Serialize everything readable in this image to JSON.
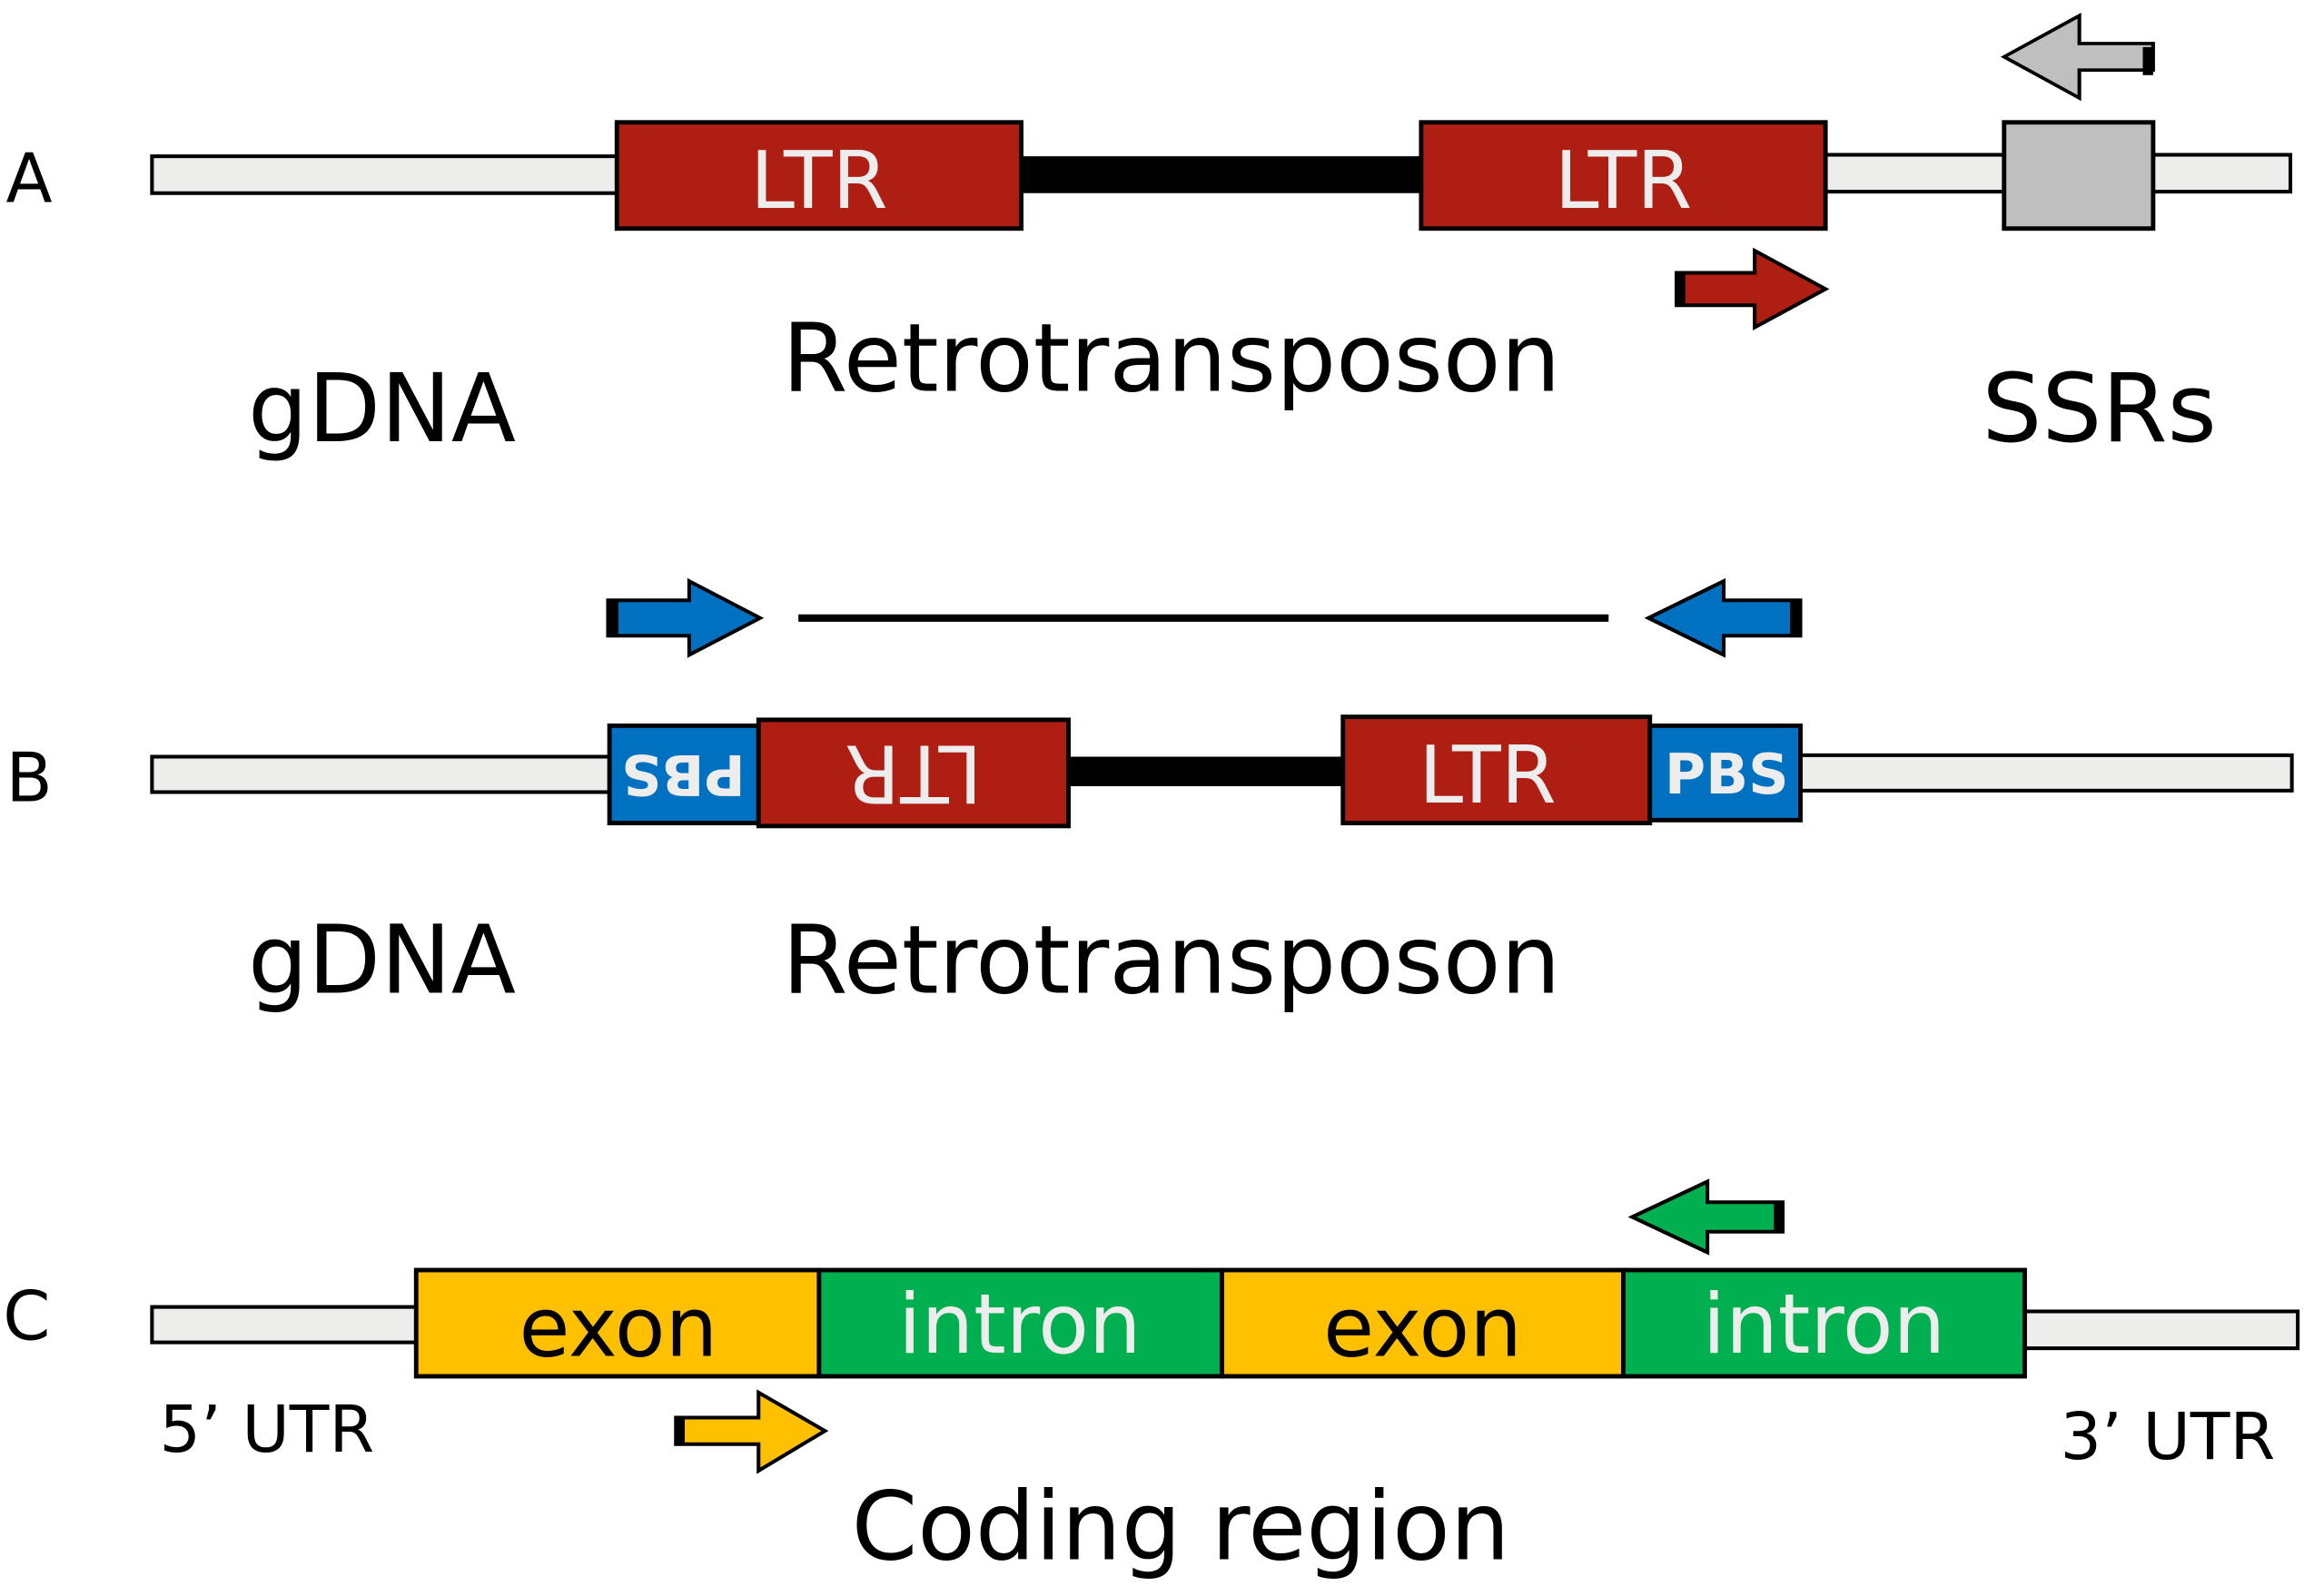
{
  "colors": {
    "ltr": "#AF1E12",
    "pbs": "#0070C0",
    "exon": "#FFC000",
    "intron": "#00B050",
    "ssr": "#BFBFBF",
    "gdna": "#EDEDEB",
    "retro_core": "#000000"
  },
  "panel_a": {
    "label": "A",
    "ltr_left": "LTR",
    "ltr_right": "LTR",
    "gdna_label": "gDNA",
    "retro_label": "Retrotransposon",
    "ssr_label": "SSRs",
    "primers": [
      {
        "name": "ltr-primer",
        "direction": "forward",
        "color": "#AF1E12"
      },
      {
        "name": "ssr-primer",
        "direction": "reverse",
        "color": "#BFBFBF"
      }
    ]
  },
  "panel_b": {
    "label": "B",
    "pbs_left": "PBS",
    "ltr_left": "LTR",
    "ltr_right": "LTR",
    "pbs_right": "PBS",
    "gdna_label": "gDNA",
    "retro_label": "Retrotransposon",
    "primers": [
      {
        "name": "pbs-forward-primer",
        "direction": "forward",
        "color": "#0070C0"
      },
      {
        "name": "pbs-reverse-primer",
        "direction": "reverse",
        "color": "#0070C0"
      }
    ]
  },
  "panel_c": {
    "label": "C",
    "segments": [
      "exon",
      "intron",
      "exon",
      "intron"
    ],
    "utr5_label": "5’ UTR",
    "utr3_label": "3’ UTR",
    "coding_label": "Coding region",
    "primers": [
      {
        "name": "exon-primer",
        "direction": "forward",
        "color": "#FFC000"
      },
      {
        "name": "intron-primer",
        "direction": "reverse",
        "color": "#00B050"
      }
    ]
  }
}
